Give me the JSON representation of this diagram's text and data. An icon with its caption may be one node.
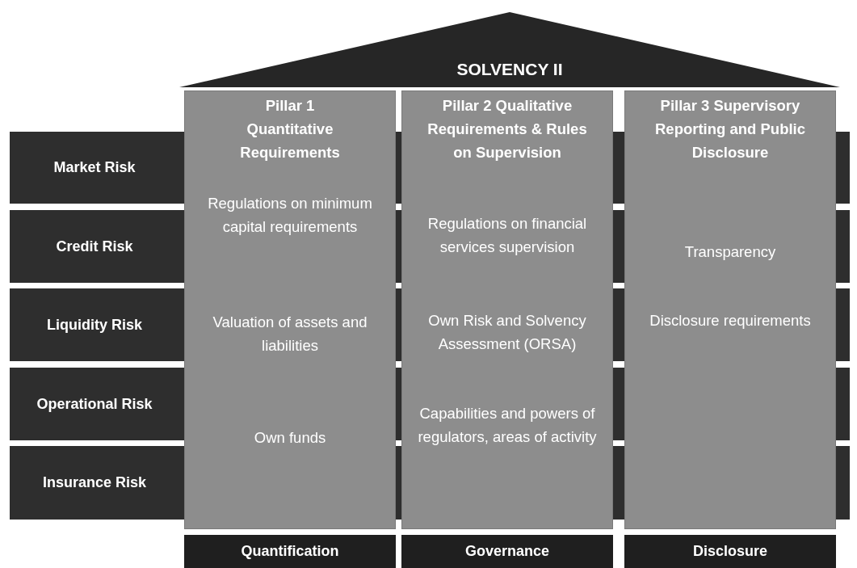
{
  "diagram": {
    "nodes": [
      {
        "text": [
          "SOLVENCY II"
        ]
      },
      {
        "text": [
          "Pillar 1 Quantitative Requirements",
          "Regulations on minimum capital requirements",
          "Valuation of assets and liabilities",
          "Own funds"
        ]
      },
      {
        "text": [
          "Pillar 2 Qualitative Requirements & Rules on Supervision",
          "Regulations on financial services supervision",
          "Own Risk and Solvency Assessment (ORSA)",
          "Capabilities and powers of regulators, areas of activity"
        ]
      },
      {
        "text": [
          "Pillar 3 Supervisory Reporting and Public Disclosure",
          "Transparency",
          "Disclosure requirements"
        ]
      },
      {
        "text": [
          "Market Risk"
        ]
      },
      {
        "text": [
          "Credit Risk"
        ]
      },
      {
        "text": [
          "Liquidity Risk"
        ]
      },
      {
        "text": [
          "Operational Risk"
        ]
      },
      {
        "text": [
          "Insurance Risk"
        ]
      },
      {
        "text": [
          "Quantification"
        ]
      },
      {
        "text": [
          "Governance"
        ]
      },
      {
        "text": [
          "Disclosure"
        ]
      }
    ]
  }
}
